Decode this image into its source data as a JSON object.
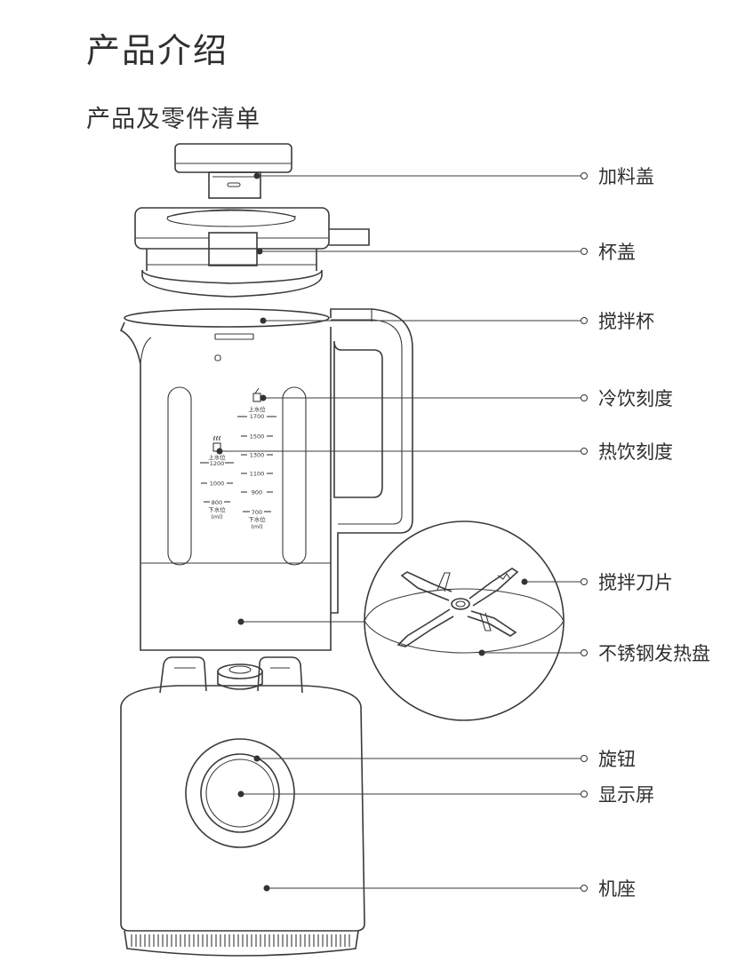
{
  "page": {
    "title": "产品介绍",
    "section_title": "产品及零件清单"
  },
  "parts": [
    {
      "label": "加料盖"
    },
    {
      "label": "杯盖"
    },
    {
      "label": "搅拌杯"
    },
    {
      "label": "冷饮刻度"
    },
    {
      "label": "热饮刻度"
    },
    {
      "label": "搅拌刀片"
    },
    {
      "label": "不锈钢发热盘"
    },
    {
      "label": "旋钮"
    },
    {
      "label": "显示屏"
    },
    {
      "label": "机座"
    }
  ],
  "scale": {
    "cold_max_label": "上水位",
    "cold_max_value": "1700",
    "cold_marks": [
      "1500",
      "1300",
      "1100",
      "900"
    ],
    "cold_min_value": "700",
    "cold_min_label": "下水位",
    "hot_max_label": "上水位",
    "hot_max_value": "1200",
    "hot_marks": [
      "1000"
    ],
    "hot_min_value": "800",
    "hot_min_label": "下水位",
    "unit": "(ml)"
  },
  "icons": {
    "cold_scale": "cold-cup-icon",
    "hot_scale": "hot-cup-icon"
  }
}
